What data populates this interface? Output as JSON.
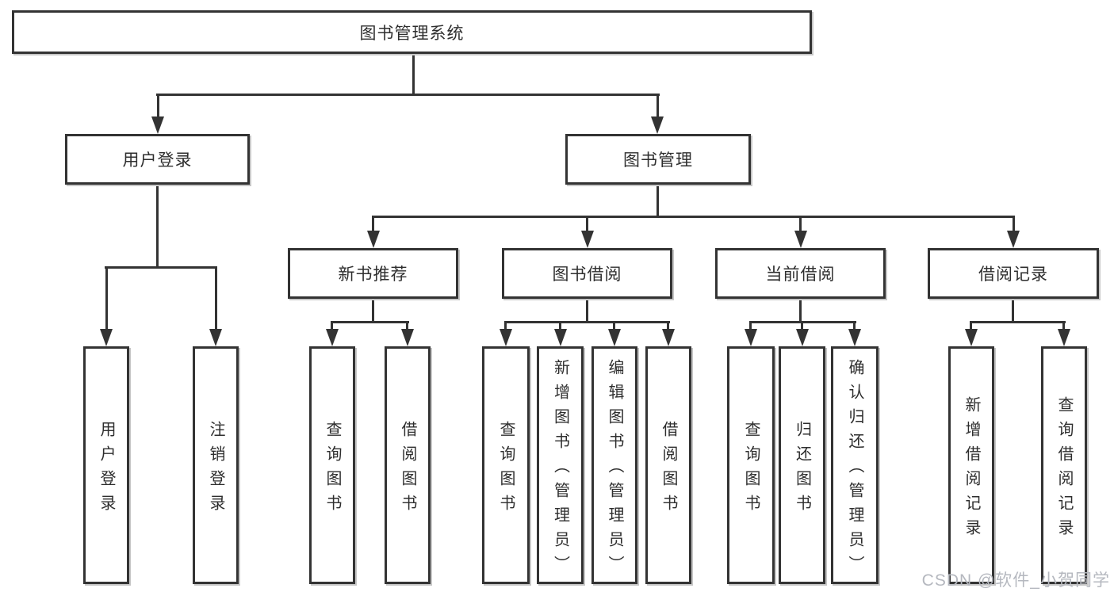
{
  "nodes": {
    "root": {
      "label": "图书管理系统"
    },
    "level2": [
      {
        "label": "用户登录"
      },
      {
        "label": "图书管理"
      }
    ],
    "level3": [
      {
        "label": "新书推荐"
      },
      {
        "label": "图书借阅"
      },
      {
        "label": "当前借阅"
      },
      {
        "label": "借阅记录"
      }
    ],
    "leaves": [
      {
        "label": "用户登录"
      },
      {
        "label": "注销登录"
      },
      {
        "label": "查询图书"
      },
      {
        "label": "借阅图书"
      },
      {
        "label": "查询图书"
      },
      {
        "label": "新增图书（管理员）"
      },
      {
        "label": "编辑图书（管理员）"
      },
      {
        "label": "借阅图书"
      },
      {
        "label": "查询图书"
      },
      {
        "label": "归还图书"
      },
      {
        "label": "确认归还（管理员）"
      },
      {
        "label": "新增借阅记录"
      },
      {
        "label": "查询借阅记录"
      }
    ]
  },
  "watermark": {
    "text": "CSDN @软件_小贺同学"
  },
  "colors": {
    "line": "#333333",
    "box_border": "#333333",
    "box_fill": "#ffffff",
    "text": "#2e2e2e",
    "watermark": "#b5b8bf",
    "background": "#ffffff"
  }
}
